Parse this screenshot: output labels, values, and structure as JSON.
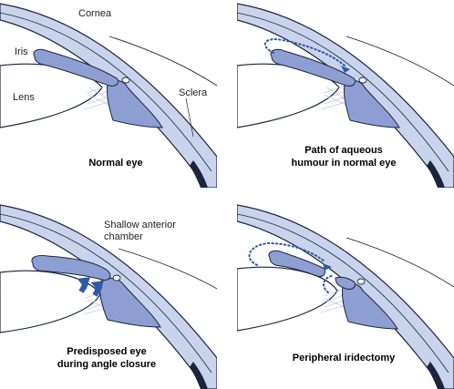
{
  "colors": {
    "tissue_fill": "#c9d3eb",
    "tissue_dark": "#8d9fd2",
    "outline": "#1d2440",
    "zonule": "#a9b6dc",
    "arrow": "#2f59a8"
  },
  "panels": [
    {
      "caption_lines": [
        "Normal eye"
      ],
      "labels": {
        "cornea": "Cornea",
        "iris": "Iris",
        "lens": "Lens",
        "sclera": "Sclera"
      },
      "variant": "normal"
    },
    {
      "caption_lines": [
        "Path of aqueous",
        "humour in normal eye"
      ],
      "variant": "aqueous-path"
    },
    {
      "caption_lines": [
        "Predisposed eye",
        "during angle closure"
      ],
      "annotation_lines": [
        "Shallow anterior",
        "chamber"
      ],
      "variant": "angle-closure"
    },
    {
      "caption_lines": [
        "Peripheral iridectomy"
      ],
      "variant": "iridectomy"
    }
  ]
}
